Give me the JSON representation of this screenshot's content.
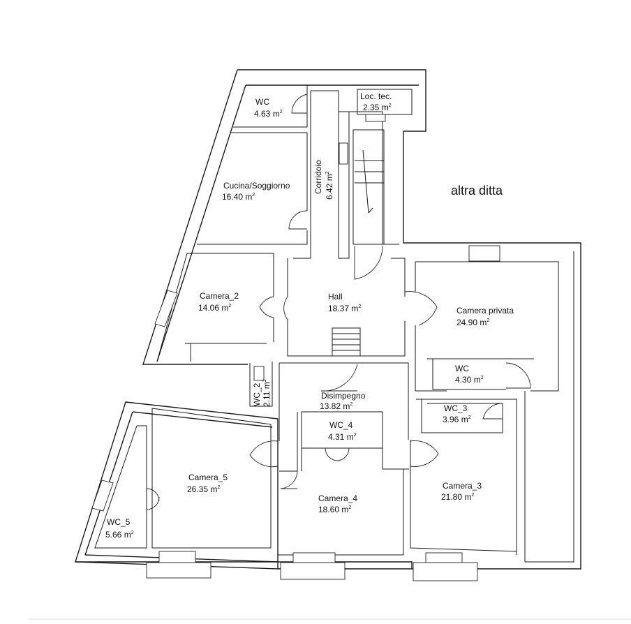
{
  "plan": {
    "rooms": [
      {
        "id": "wc-top",
        "name": "WC",
        "area": "4.63 m",
        "unit_sup": "2"
      },
      {
        "id": "loc-tec",
        "name": "Loc. tec.",
        "area": "2.35 m",
        "unit_sup": "2"
      },
      {
        "id": "cucina",
        "name": "Cucina/Soggiorno",
        "area": "16.40 m",
        "unit_sup": "2"
      },
      {
        "id": "corridoio",
        "name": "Corridoio",
        "area": "6.42 m",
        "unit_sup": "2"
      },
      {
        "id": "camera-2",
        "name": "Camera_2",
        "area": "14.06 m",
        "unit_sup": "2"
      },
      {
        "id": "hall",
        "name": "Hall",
        "area": "18.37 m",
        "unit_sup": "2"
      },
      {
        "id": "camera-privata",
        "name": "Camera privata",
        "area": "24.90 m",
        "unit_sup": "2"
      },
      {
        "id": "wc-privata",
        "name": "WC",
        "area": "4.30 m",
        "unit_sup": "2"
      },
      {
        "id": "wc-2",
        "name": "WC_2",
        "area": "2.11 m",
        "unit_sup": "2"
      },
      {
        "id": "disimpegno",
        "name": "Disimpegno",
        "area": "13.82 m",
        "unit_sup": "2"
      },
      {
        "id": "wc-3",
        "name": "WC_3",
        "area": "3.96 m",
        "unit_sup": "2"
      },
      {
        "id": "wc-4",
        "name": "WC_4",
        "area": "4.31 m",
        "unit_sup": "2"
      },
      {
        "id": "camera-5",
        "name": "Camera_5",
        "area": "26.35 m",
        "unit_sup": "2"
      },
      {
        "id": "camera-4",
        "name": "Camera_4",
        "area": "18.60 m",
        "unit_sup": "2"
      },
      {
        "id": "camera-3",
        "name": "Camera_3",
        "area": "21.80 m",
        "unit_sup": "2"
      },
      {
        "id": "wc-5",
        "name": "WC_5",
        "area": "5.66 m",
        "unit_sup": "2"
      }
    ],
    "annotation": "altra ditta"
  }
}
